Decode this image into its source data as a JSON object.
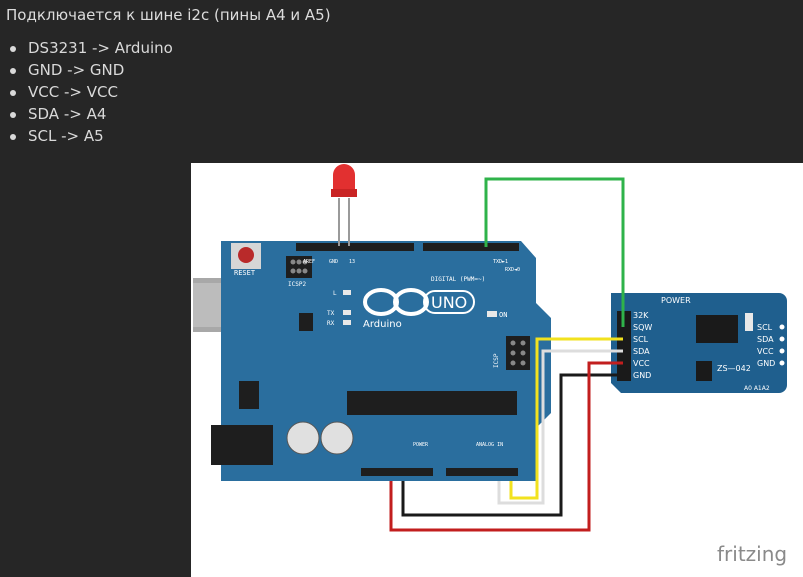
{
  "heading": "Подключается к шине i2c (пины A4 и A5)",
  "connections": [
    "DS3231 -> Arduino",
    "GND -> GND",
    "VCC -> VCC",
    "SDA -> A4",
    "SCL -> A5"
  ],
  "diagram": {
    "board_labels": {
      "reset": "RESET",
      "icsp2": "ICSP2",
      "icsp": "ICSP",
      "aref": "AREF",
      "gnd": "GND",
      "p13": "13",
      "digital": "DIGITAL (PWM=~)",
      "uno": "UNO",
      "arduino": "Arduino",
      "on": "ON",
      "l": "L",
      "tx": "TX",
      "rx": "RX",
      "power": "POWER",
      "analog_in": "ANALOG IN",
      "txd": "TXD►1",
      "rxd": "RXD◄0"
    },
    "module_labels": {
      "power": "POWER",
      "model": "ZS—042",
      "addr": "A0 A1A2",
      "left_pins": [
        "32K",
        "SQW",
        "SCL",
        "SDA",
        "VCC",
        "GND"
      ],
      "right_pins": [
        "SCL",
        "SDA",
        "VCC",
        "GND"
      ]
    },
    "watermark": "fritzing",
    "colors": {
      "board": "#2a6e9e",
      "module": "#1f5f8e",
      "wire_green": "#2fb34a",
      "wire_yellow": "#f2e21e",
      "wire_white": "#eeeeee",
      "wire_black": "#1a1a1a",
      "wire_red": "#c21e1e",
      "led": "#e23030"
    }
  }
}
